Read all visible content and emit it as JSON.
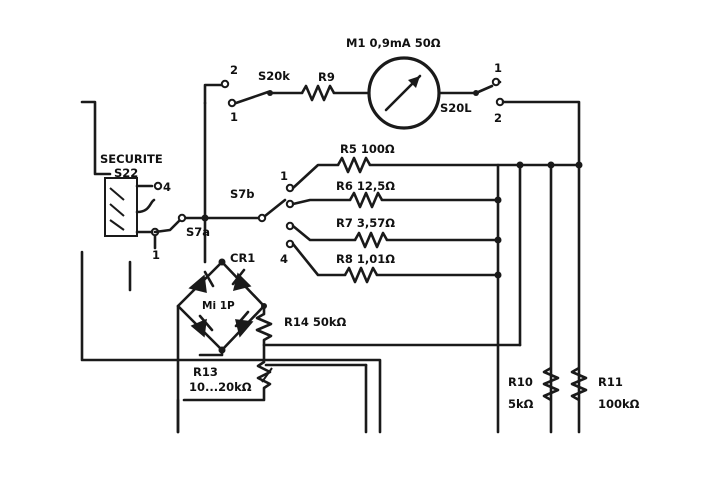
{
  "labels": {
    "meter": "M1  0,9mA  50Ω",
    "securite": "SECURITE",
    "s22": "S22",
    "s22_pos4": "4",
    "s22_pos1": "1",
    "s20k": "S20k",
    "s20k_pos2": "2",
    "s20k_pos1": "1",
    "r9": "R9",
    "s20l": "S20L",
    "s20l_pos1": "1",
    "s20l_pos2": "2",
    "r5": "R5  100Ω",
    "r6": "R6  12,5Ω",
    "r7": "R7  3,57Ω",
    "r8": "R8  1,01Ω",
    "s7b": "S7b",
    "s7b_pos1": "1",
    "s7b_pos4": "4",
    "s7a": "S7a",
    "cr1": "CR1",
    "bridge": "Mi  1P",
    "r14": "R14  50kΩ",
    "r13": "R13",
    "r13_value": "10...20kΩ",
    "r10": "R10",
    "r10_value": "5kΩ",
    "r11": "R11",
    "r11_value": "100kΩ"
  }
}
